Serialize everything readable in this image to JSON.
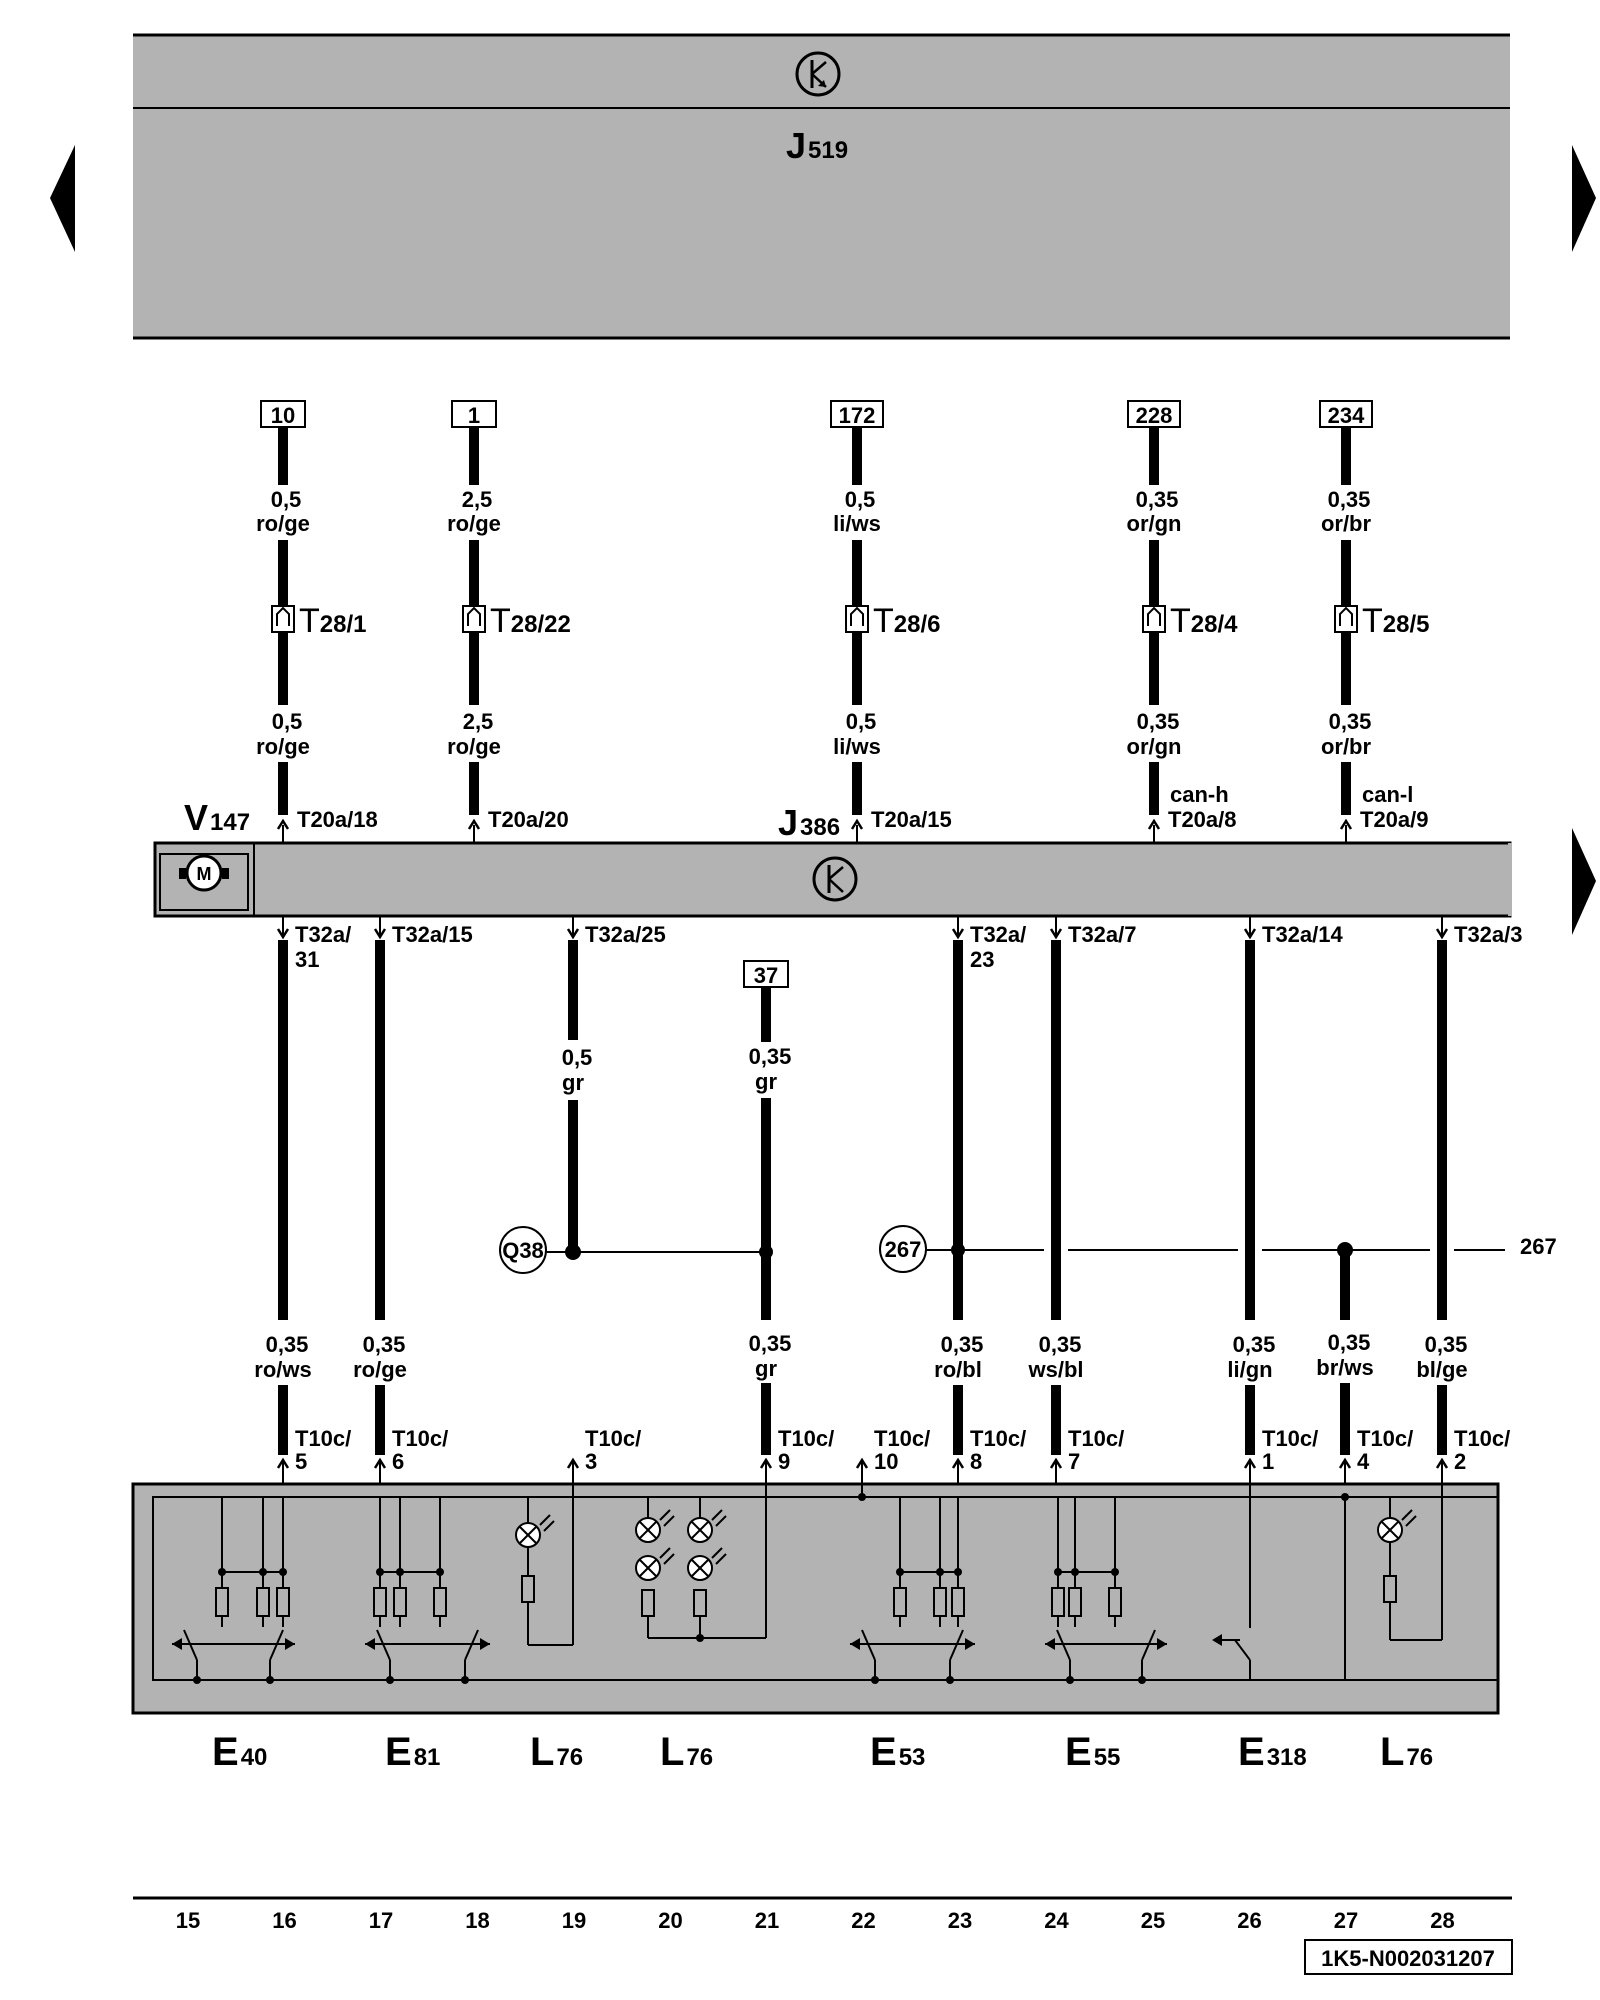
{
  "header": {
    "ecu": {
      "letter": "J",
      "sub": "519"
    }
  },
  "nav": {
    "left_icon": "arrow-left-icon",
    "right_icon": "arrow-right-icon"
  },
  "module": {
    "j386": {
      "letter": "J",
      "sub": "386"
    },
    "v147": {
      "letter": "V",
      "sub": "147"
    },
    "motor_symbol": "M"
  },
  "top_wires": [
    {
      "ref": "10",
      "size_upper": "0,5",
      "color_upper": "ro/ge",
      "connector": "T",
      "connector_sub": "28/1",
      "size_lower": "0,5",
      "color_lower": "ro/ge",
      "bus": "",
      "pin": "T20a/18"
    },
    {
      "ref": "1",
      "size_upper": "2,5",
      "color_upper": "ro/ge",
      "connector": "T",
      "connector_sub": "28/22",
      "size_lower": "2,5",
      "color_lower": "ro/ge",
      "bus": "",
      "pin": "T20a/20"
    },
    {
      "ref": "172",
      "size_upper": "0,5",
      "color_upper": "li/ws",
      "connector": "T",
      "connector_sub": "28/6",
      "size_lower": "0,5",
      "color_lower": "li/ws",
      "bus": "",
      "pin": "T20a/15"
    },
    {
      "ref": "228",
      "size_upper": "0,35",
      "color_upper": "or/gn",
      "connector": "T",
      "connector_sub": "28/4",
      "size_lower": "0,35",
      "color_lower": "or/gn",
      "bus": "can-h",
      "pin": "T20a/8"
    },
    {
      "ref": "234",
      "size_upper": "0,35",
      "color_upper": "or/br",
      "connector": "T",
      "connector_sub": "28/5",
      "size_lower": "0,35",
      "color_lower": "or/br",
      "bus": "can-l",
      "pin": "T20a/9"
    }
  ],
  "bottom_wires": [
    {
      "pin_top": "T32a/",
      "pin_top2": "31",
      "size_upper": "",
      "color_upper": "",
      "size": "0,35",
      "color": "ro/ws",
      "pin_bot": "T10c/",
      "pin_bot2": "5"
    },
    {
      "pin_top": "T32a/15",
      "pin_top2": "",
      "size_upper": "",
      "color_upper": "",
      "size": "0,35",
      "color": "ro/ge",
      "pin_bot": "T10c/",
      "pin_bot2": "6"
    },
    {
      "pin_top": "T32a/25",
      "pin_top2": "",
      "size_upper": "0,5",
      "color_upper": "gr",
      "size": "",
      "color": "",
      "pin_bot": "T10c/",
      "pin_bot2": "3"
    },
    {
      "ref": "37",
      "size_upper": "0,35",
      "color_upper": "gr",
      "size": "0,35",
      "color": "gr",
      "pin_bot": "T10c/",
      "pin_bot2": "9"
    },
    {
      "pin_bot": "T10c/",
      "pin_bot2": "10"
    },
    {
      "pin_top": "T32a/",
      "pin_top2": "23",
      "size": "0,35",
      "color": "ro/bl",
      "pin_bot": "T10c/",
      "pin_bot2": "8"
    },
    {
      "pin_top": "T32a/7",
      "pin_top2": "",
      "size": "0,35",
      "color": "ws/bl",
      "pin_bot": "T10c/",
      "pin_bot2": "7"
    },
    {
      "pin_top": "T32a/14",
      "pin_top2": "",
      "size": "0,35",
      "color": "li/gn",
      "pin_bot": "T10c/",
      "pin_bot2": "1"
    },
    {
      "size": "0,35",
      "color": "br/ws",
      "pin_bot": "T10c/",
      "pin_bot2": "4"
    },
    {
      "pin_top": "T32a/3",
      "pin_top2": "",
      "size": "0,35",
      "color": "bl/ge",
      "pin_bot": "T10c/",
      "pin_bot2": "2"
    }
  ],
  "ground_points": {
    "q38": "Q38",
    "p267_left": "267",
    "p267_right": "267"
  },
  "components": [
    {
      "letter": "E",
      "sub": "40"
    },
    {
      "letter": "E",
      "sub": "81"
    },
    {
      "letter": "L",
      "sub": "76"
    },
    {
      "letter": "L",
      "sub": "76"
    },
    {
      "letter": "E",
      "sub": "53"
    },
    {
      "letter": "E",
      "sub": "55"
    },
    {
      "letter": "E",
      "sub": "318"
    },
    {
      "letter": "L",
      "sub": "76"
    }
  ],
  "grid": [
    "15",
    "16",
    "17",
    "18",
    "19",
    "20",
    "21",
    "22",
    "23",
    "24",
    "25",
    "26",
    "27",
    "28"
  ],
  "figure_id": "1K5-N002031207"
}
